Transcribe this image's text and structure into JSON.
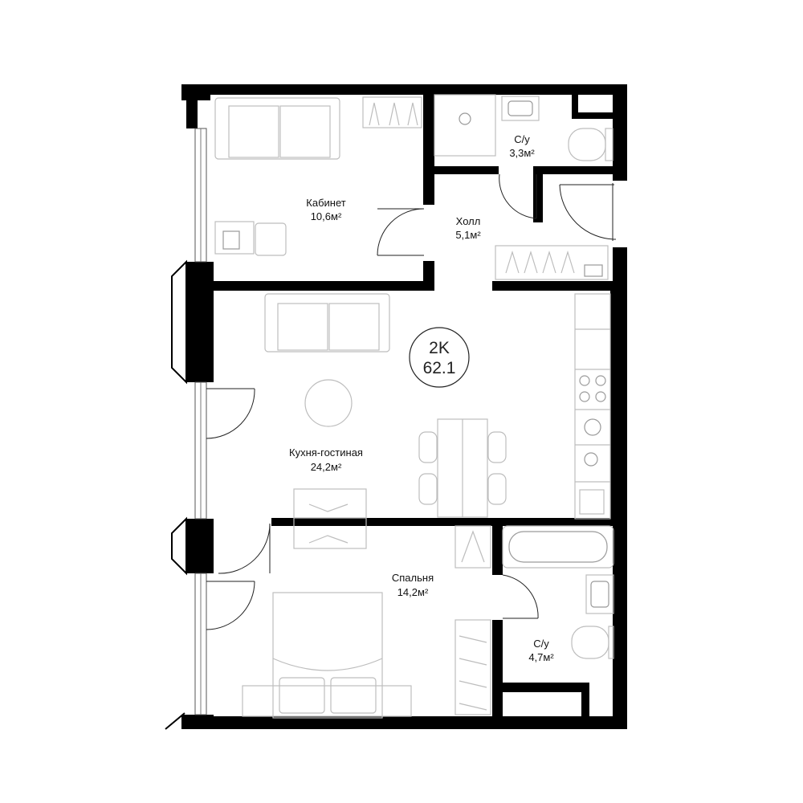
{
  "apartment": {
    "type": "2K",
    "area": "62.1"
  },
  "rooms": {
    "cabinet": {
      "name": "Кабинет",
      "area": "10,6м²"
    },
    "hall": {
      "name": "Холл",
      "area": "5,1м²"
    },
    "bath_top": {
      "name": "С/у",
      "area": "3,3м²"
    },
    "living": {
      "name": "Кухня-гостиная",
      "area": "24,2м²"
    },
    "bedroom": {
      "name": "Спальня",
      "area": "14,2м²"
    },
    "bath_bot": {
      "name": "С/у",
      "area": "4,7м²"
    }
  },
  "colors": {
    "wall": "#000000",
    "furniture": "#bdbdbd",
    "background": "#ffffff"
  }
}
